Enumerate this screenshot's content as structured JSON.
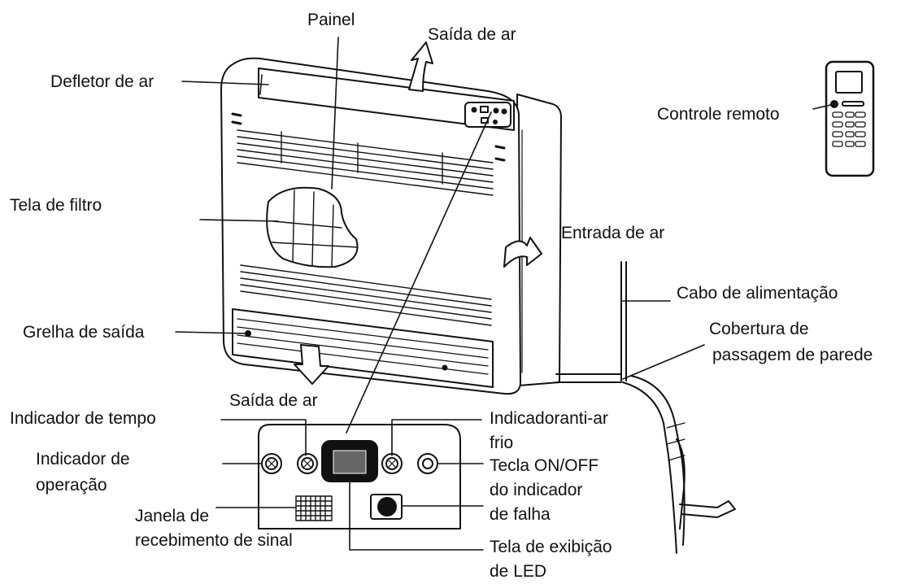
{
  "labels": {
    "painel": "Painel",
    "saida_ar_top": "Saída de ar",
    "defletor": "Defletor de ar",
    "controle": "Controle remoto",
    "tela_filtro": "Tela de filtro",
    "entrada_ar": "Entrada de ar",
    "cabo": "Cabo de alimentação",
    "cobertura_1": "Cobertura de",
    "cobertura_2": "passagem de parede",
    "grelha": "Grelha de saída",
    "saida_ar_bottom": "Saída de ar",
    "ind_tempo": "Indicador de tempo",
    "ind_operacao_1": "Indicador de",
    "ind_operacao_2": "operação",
    "ind_antiar_1": "Indicadoranti-ar",
    "ind_antiar_2": "frio",
    "tecla_1": "Tecla ON/OFF",
    "tecla_2": "do indicador",
    "tecla_3": "de falha",
    "janela_1": "Janela de",
    "janela_2": "recebimento de sinal",
    "led_1": "Tela de exibição",
    "led_2": "de LED"
  },
  "colors": {
    "line": "#111111",
    "background": "#ffffff"
  }
}
